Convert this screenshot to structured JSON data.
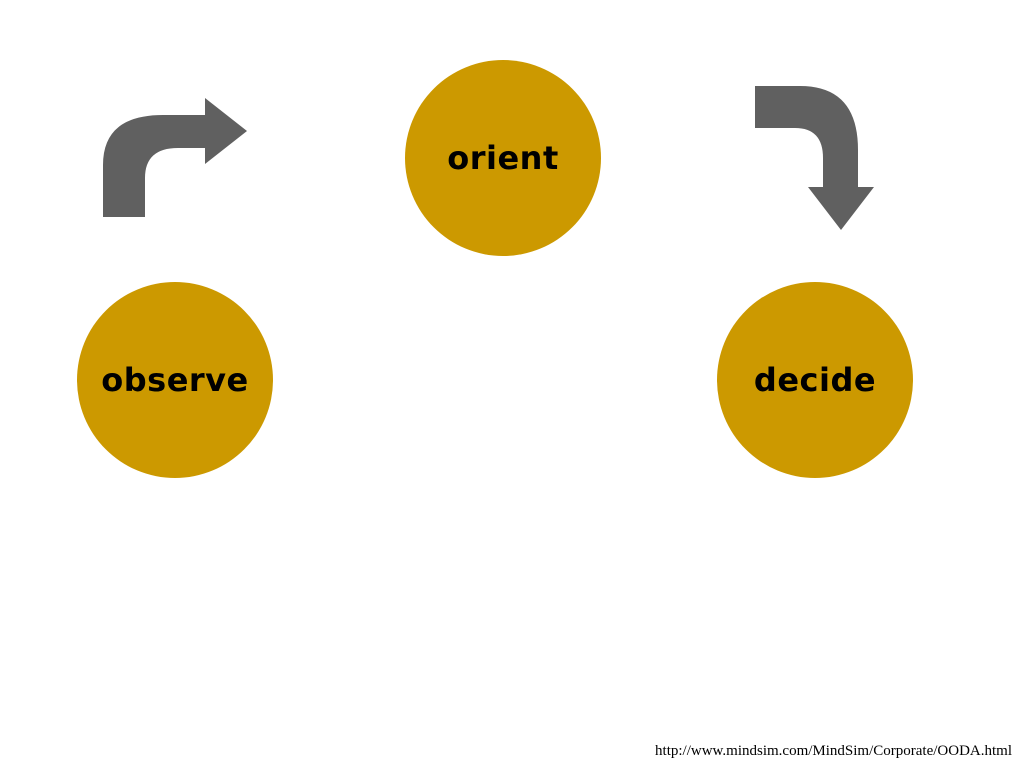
{
  "nodes": {
    "observe": {
      "label": "observe"
    },
    "orient": {
      "label": "orient"
    },
    "decide": {
      "label": "decide"
    }
  },
  "colors": {
    "node_fill": "#cc9900",
    "arrow_fill": "#606060",
    "text": "#000000",
    "background": "#ffffff"
  },
  "icons": {
    "observe_to_orient": "curved-arrow-up-right-icon",
    "orient_to_decide": "curved-arrow-right-down-icon"
  },
  "footer": {
    "source_url": "http://www.mindsim.com/MindSim/Corporate/OODA.html"
  }
}
